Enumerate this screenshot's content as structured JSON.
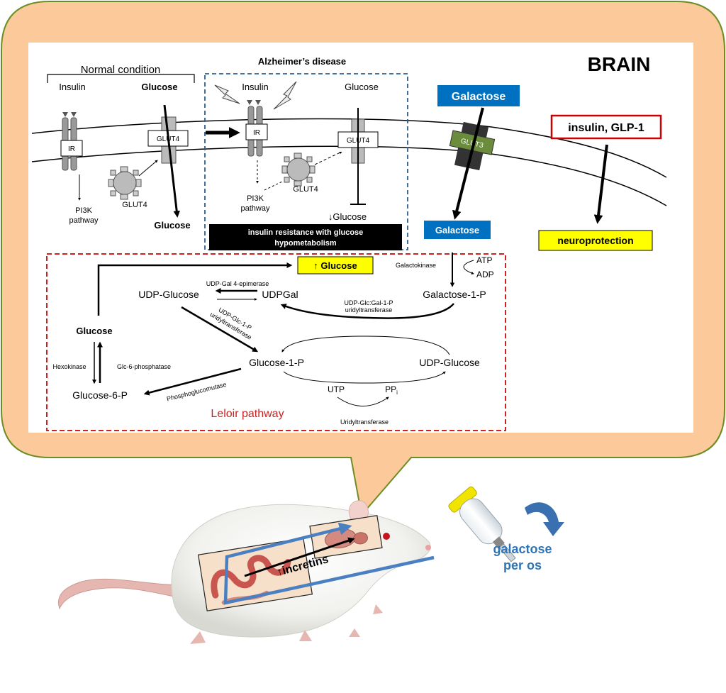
{
  "brain_title": "BRAIN",
  "normal": {
    "label": "Normal condition",
    "insulin": "Insulin",
    "glucose": "Glucose",
    "ir": "IR",
    "glut4_membrane": "GLUT4",
    "glut4_vesicle": "GLUT4",
    "pi3k_line1": "PI3K",
    "pi3k_line2": "pathway",
    "glucose_out": "Glucose"
  },
  "alzheimer": {
    "title": "Alzheimer’s disease",
    "insulin": "Insulin",
    "glucose": "Glucose",
    "ir": "IR",
    "glut4_membrane": "GLUT4",
    "glut4_vesicle": "GLUT4",
    "pi3k_line1": "PI3K",
    "pi3k_line2": "pathway",
    "reduced_glucose": "↓Glucose",
    "banner_line1": "insulin resistance with glucose",
    "banner_line2": "hypometabolism"
  },
  "galactose": {
    "top": "Galactose",
    "transporter": "GLUT3",
    "inside": "Galactose"
  },
  "insulin_glp1": "insulin, GLP-1",
  "neuroprotection": "neuroprotection",
  "leloir": {
    "title": "Leloir pathway",
    "up_glucose": "↑ Glucose",
    "galactokinase": "Galactokinase",
    "atp": "ATP",
    "adp": "ADP",
    "galactose_1_p": "Galactose-1-P",
    "udp_gal_epimerase": "UDP-Gal 4-epimerase",
    "udp_glucose_left": "UDP-Glucose",
    "udpgal": "UDPGal",
    "uridylyl_line1": "UDP-Glc:Gal-1-P",
    "uridylyl_line2": "uridyltransferase",
    "udp_glc_1p_line1": "UDP-Glc-1-P",
    "udp_glc_1p_line2": "uridyltransferase",
    "glucose": "Glucose",
    "hexokinase": "Hexokinase",
    "glc6_phosphatase": "Glc-6-phosphatase",
    "glucose_1_p": "Glucose-1-P",
    "udp_glucose_right": "UDP-Glucose",
    "glucose_6_p": "Glucose-6-P",
    "phosphoglucomutase": "Phosphoglucomutase",
    "utp": "UTP",
    "ppi": "PP",
    "ppi_sub": "i",
    "uridyltransferase": "Uridyltransferase"
  },
  "rat": {
    "incretins": "incretins",
    "incretins_arrow": "↑",
    "galactose_line1": "galactose",
    "galactose_line2": "per os"
  },
  "colors": {
    "bubble_fill": "#fcc99b",
    "bubble_stroke": "#6b8e23",
    "galactose_blue": "#0070c0",
    "highlight_yellow": "#ffff00",
    "leloir_red": "#cc2222",
    "glut3_green": "#6a8c3c",
    "arrow_blue": "#4a7fc1",
    "dashed_blue": "#2c5d8a"
  }
}
